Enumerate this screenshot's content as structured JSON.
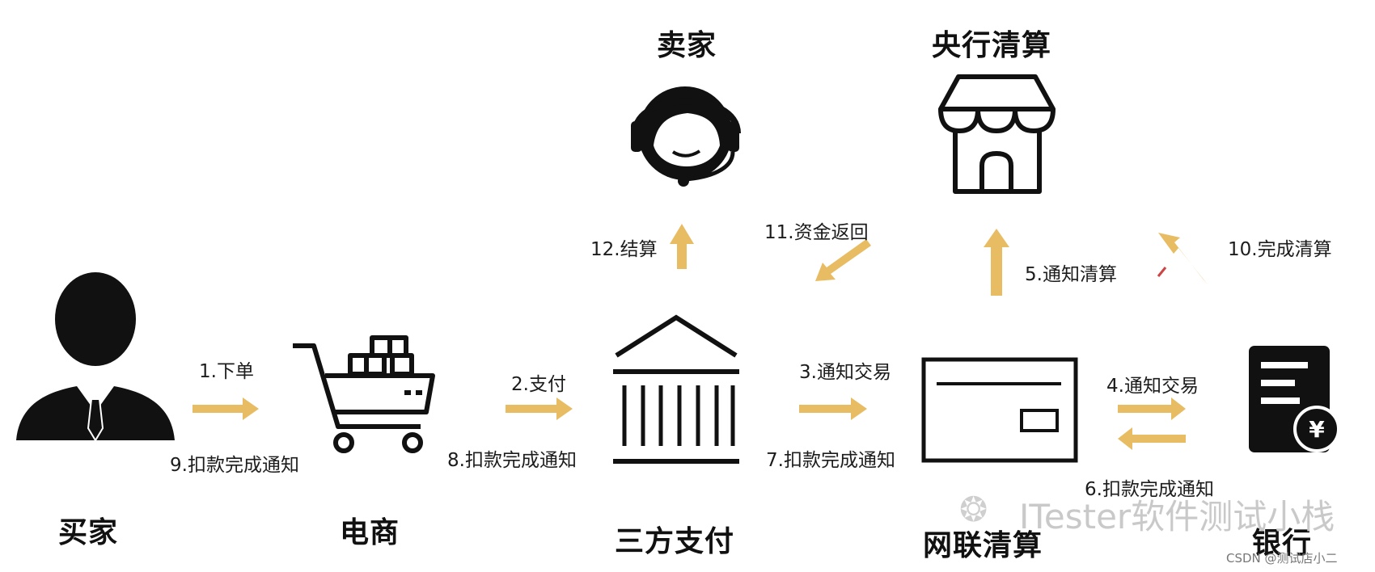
{
  "nodes": {
    "buyer": "买家",
    "ecommerce": "电商",
    "third_party_pay": "三方支付",
    "netunion": "网联清算",
    "bank": "银行",
    "seller": "卖家",
    "central_bank": "央行清算"
  },
  "steps": {
    "s1": "1.下单",
    "s2": "2.支付",
    "s3": "3.通知交易",
    "s4": "4.通知交易",
    "s5": "5.通知清算",
    "s6": "6.扣款完成通知",
    "s7": "7.扣款完成通知",
    "s8": "8.扣款完成通知",
    "s9": "9.扣款完成通知",
    "s10": "10.完成清算",
    "s11": "11.资金返回",
    "s12": "12.结算"
  },
  "colors": {
    "arrow": "#e8bc63",
    "icon": "#111111"
  },
  "icons": {
    "buyer": "businessman-icon",
    "ecommerce": "shopping-cart-icon",
    "third_party_pay": "bank-building-icon",
    "netunion": "card-icon",
    "bank": "bill-yuan-icon",
    "seller": "headset-agent-icon",
    "central_bank": "storefront-icon"
  },
  "watermark": {
    "text": "ITester软件测试小栈",
    "credit": "CSDN @测试店小二"
  }
}
